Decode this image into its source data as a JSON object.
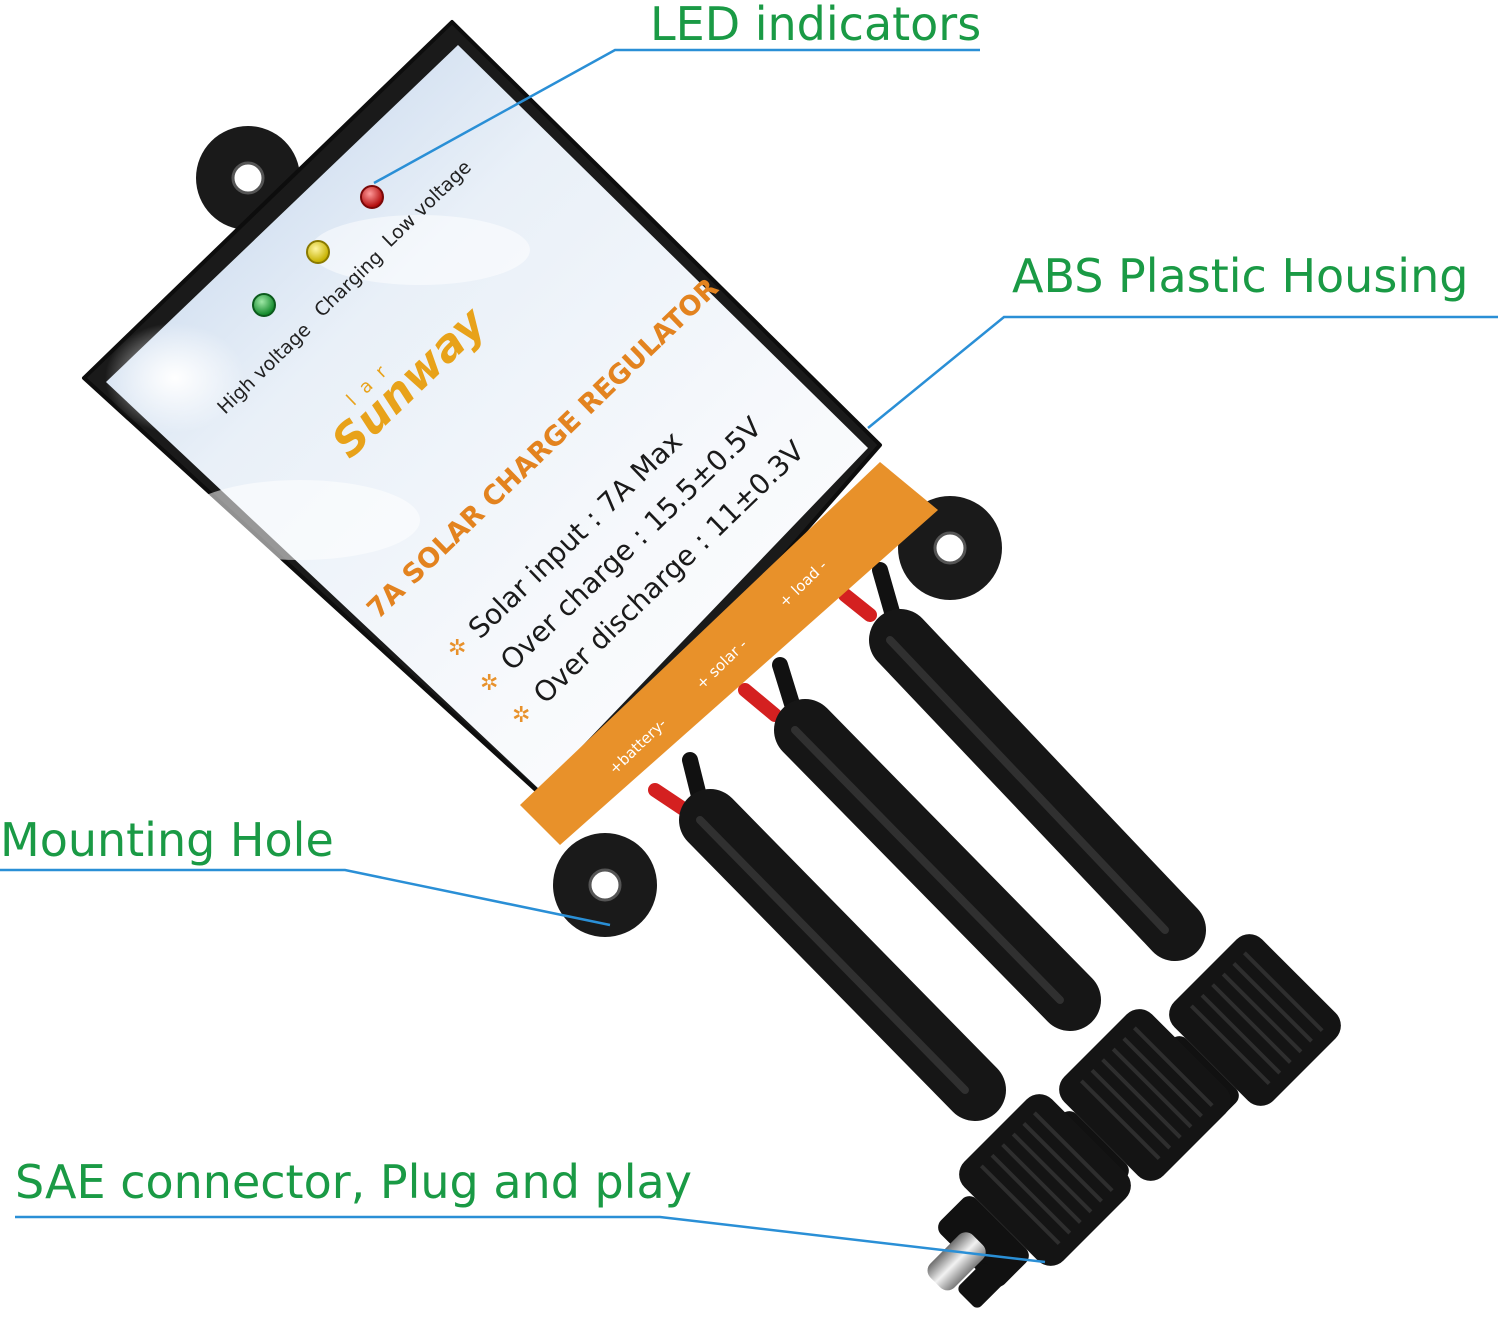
{
  "callouts": {
    "led_indicators": "LED  indicators",
    "abs_housing": "ABS Plastic Housing",
    "mounting_hole": "Mounting Hole",
    "sae_connector": "SAE connector, Plug and play"
  },
  "device": {
    "brand_letters": "Sunway",
    "brand_sub": "lar",
    "title": "7A SOLAR CHARGE REGULATOR",
    "leds": [
      {
        "label": "High voltage",
        "color": "#1fa83a"
      },
      {
        "label": "Charging",
        "color": "#e6d21a"
      },
      {
        "label": "Low voltage",
        "color": "#d61a1a"
      }
    ],
    "specs": [
      "Solar input : 7A  Max",
      "Over charge : 15.5±0.5V",
      "Over discharge : 11±0.3V"
    ],
    "terminals": [
      "+battery-",
      "+ solar -",
      "+  load  -"
    ]
  },
  "colors": {
    "callout_text": "#1a9a45",
    "leader_line": "#2a8fd6",
    "accent_orange": "#e8912a",
    "housing": "#1a1a1a"
  }
}
